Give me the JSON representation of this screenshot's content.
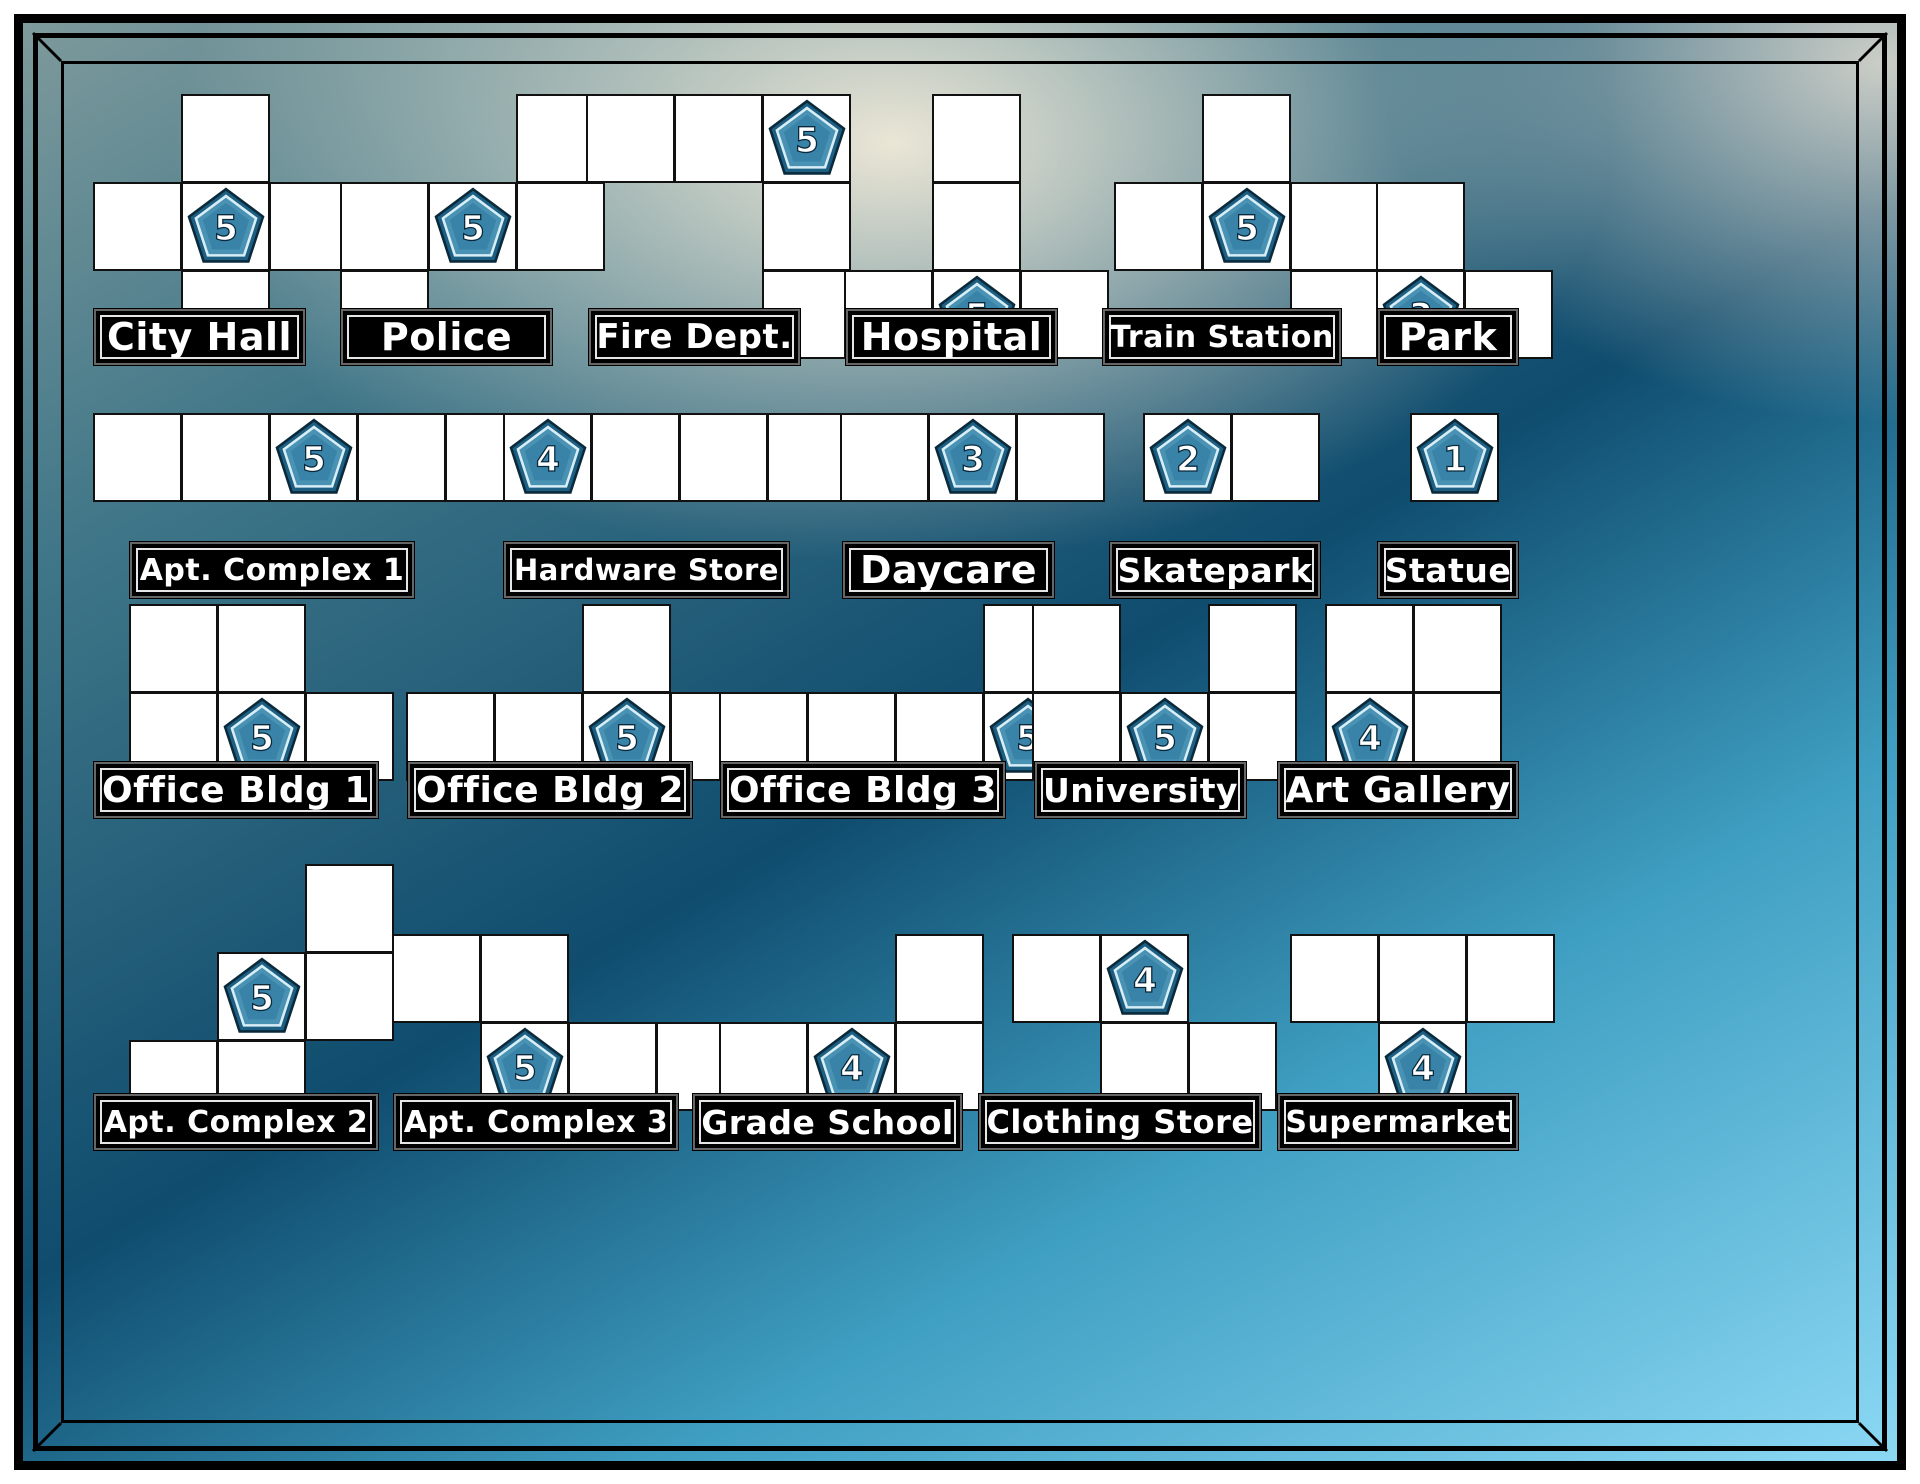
{
  "colors": {
    "frame": "#000000",
    "cell": "#ffffff",
    "badge_fill": "#4a92b3",
    "badge_dark": "#1d5f82",
    "label_bg": "#000000",
    "label_text": "#ffffff"
  },
  "icons": {
    "badge": "pentagon-icon"
  },
  "buildings": [
    {
      "name": "City Hall",
      "points": 5
    },
    {
      "name": "Police",
      "points": 5
    },
    {
      "name": "Fire Dept.",
      "points": 5
    },
    {
      "name": "Hospital",
      "points": 5
    },
    {
      "name": "Train Station",
      "points": 5
    },
    {
      "name": "Park",
      "points": 3
    },
    {
      "name": "Apt. Complex 1",
      "points": 5
    },
    {
      "name": "Hardware Store",
      "points": 4
    },
    {
      "name": "Daycare",
      "points": 3
    },
    {
      "name": "Skatepark",
      "points": 2
    },
    {
      "name": "Statue",
      "points": 1
    },
    {
      "name": "Office Bldg 1",
      "points": 5
    },
    {
      "name": "Office Bldg 2",
      "points": 5
    },
    {
      "name": "Office Bldg 3",
      "points": 5
    },
    {
      "name": "University",
      "points": 5
    },
    {
      "name": "Art Gallery",
      "points": 4
    },
    {
      "name": "Apt. Complex 2",
      "points": 5
    },
    {
      "name": "Apt. Complex 3",
      "points": 5
    },
    {
      "name": "Grade School",
      "points": 4
    },
    {
      "name": "Clothing Store",
      "points": 4
    },
    {
      "name": "Supermarket",
      "points": 4
    }
  ]
}
